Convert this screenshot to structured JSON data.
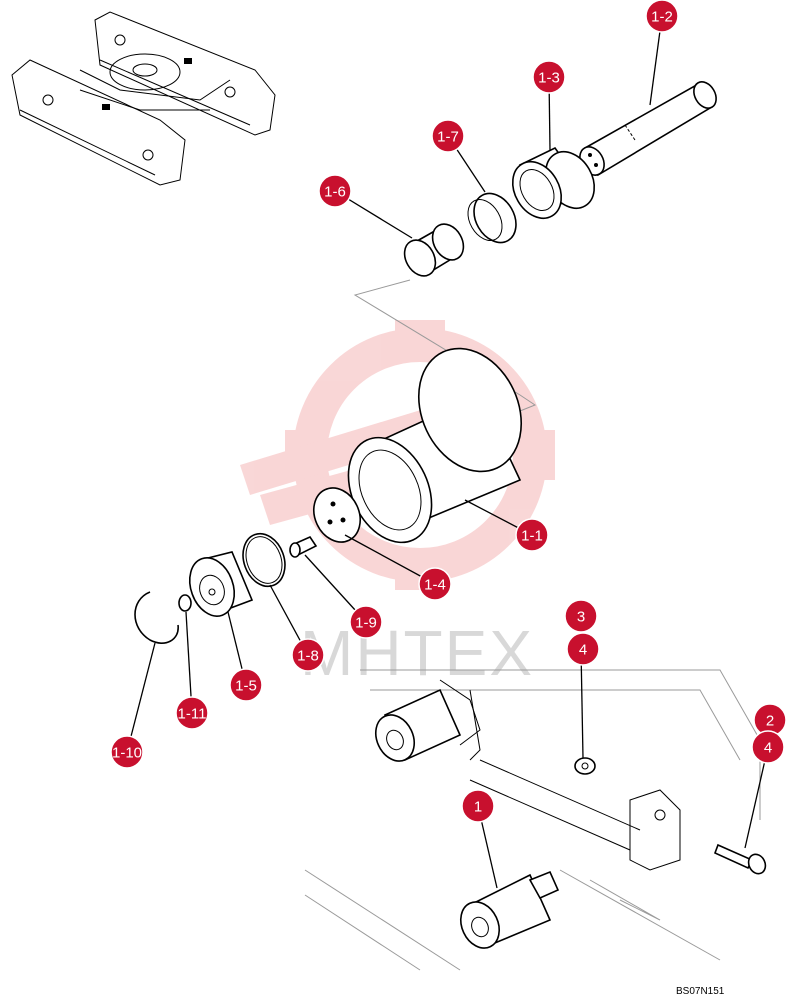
{
  "drawing_code": "BS07N151",
  "watermark_text": "MHTEX",
  "callout_color": "#c8102e",
  "callouts": [
    {
      "id": "1-2",
      "label": "1-2"
    },
    {
      "id": "1-3",
      "label": "1-3"
    },
    {
      "id": "1-7",
      "label": "1-7"
    },
    {
      "id": "1-6",
      "label": "1-6"
    },
    {
      "id": "1-1",
      "label": "1-1"
    },
    {
      "id": "1-4",
      "label": "1-4"
    },
    {
      "id": "1-9",
      "label": "1-9"
    },
    {
      "id": "1-8",
      "label": "1-8"
    },
    {
      "id": "1-5",
      "label": "1-5"
    },
    {
      "id": "1-11",
      "label": "1-11"
    },
    {
      "id": "1-10",
      "label": "1-10"
    },
    {
      "id": "3",
      "label": "3"
    },
    {
      "id": "4a",
      "label": "4"
    },
    {
      "id": "2",
      "label": "2"
    },
    {
      "id": "4b",
      "label": "4"
    },
    {
      "id": "1",
      "label": "1"
    }
  ]
}
